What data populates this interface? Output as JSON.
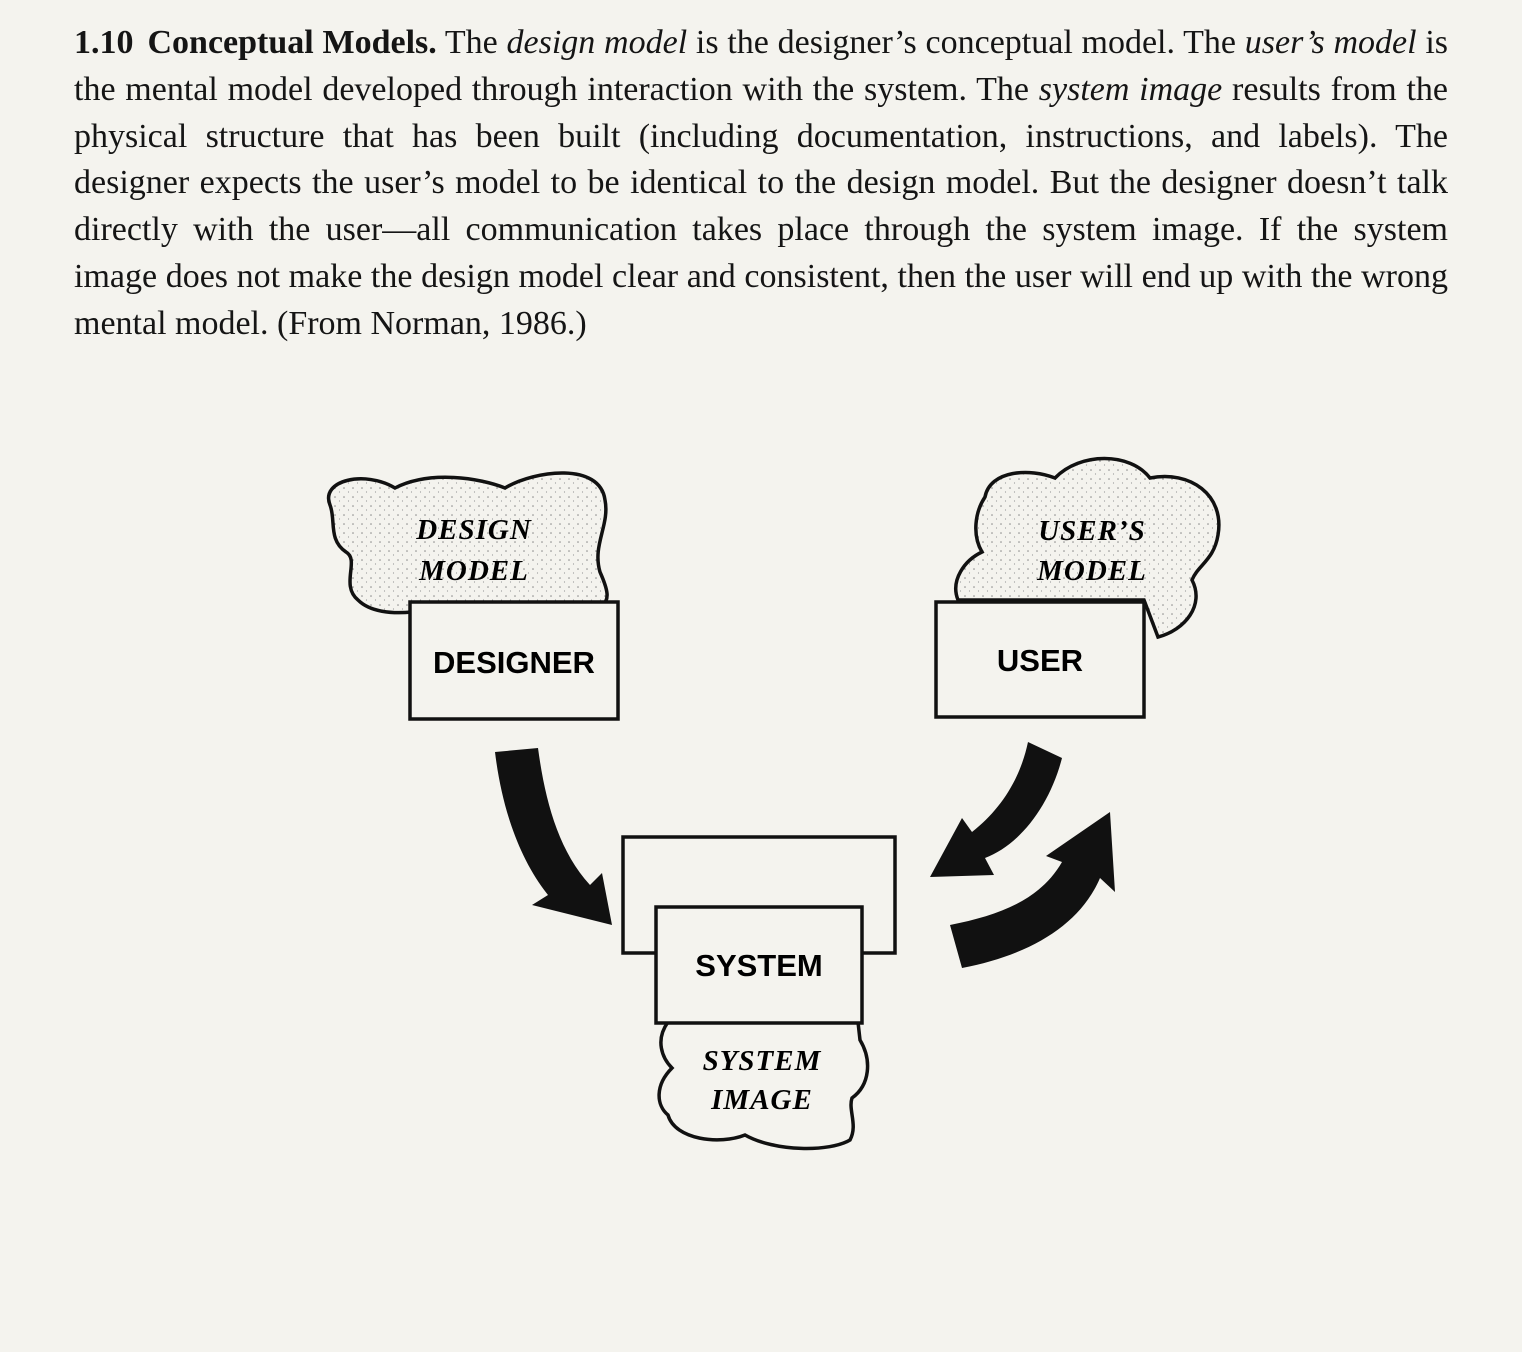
{
  "caption": {
    "figure_number": "1.10",
    "title": "Conceptual Models.",
    "segments": [
      {
        "text": " The ",
        "italic": false
      },
      {
        "text": "design model",
        "italic": true
      },
      {
        "text": " is the designer’s conceptual model. The ",
        "italic": false
      },
      {
        "text": "user’s model",
        "italic": true
      },
      {
        "text": " is the mental model developed through interaction with the system. The ",
        "italic": false
      },
      {
        "text": "system image",
        "italic": true
      },
      {
        "text": " results from the physical structure that has been built (including docu­mentation, instructions, and labels). The designer expects the user’s model to be identical to the design model. But the designer doesn’t talk directly with the user—all communication takes place through the system image. If the system image does not make the design model clear and consistent, then the user will end up with the wrong mental model. (From Norman, 1986.)",
        "italic": false
      }
    ]
  },
  "diagram": {
    "design_model": {
      "line1": "DESIGN",
      "line2": "MODEL"
    },
    "designer": "DESIGNER",
    "users_model": {
      "line1": "USER’S",
      "line2": "MODEL"
    },
    "user": "USER",
    "system": "SYSTEM",
    "system_image": {
      "line1": "SYSTEM",
      "line2": "IMAGE"
    }
  }
}
